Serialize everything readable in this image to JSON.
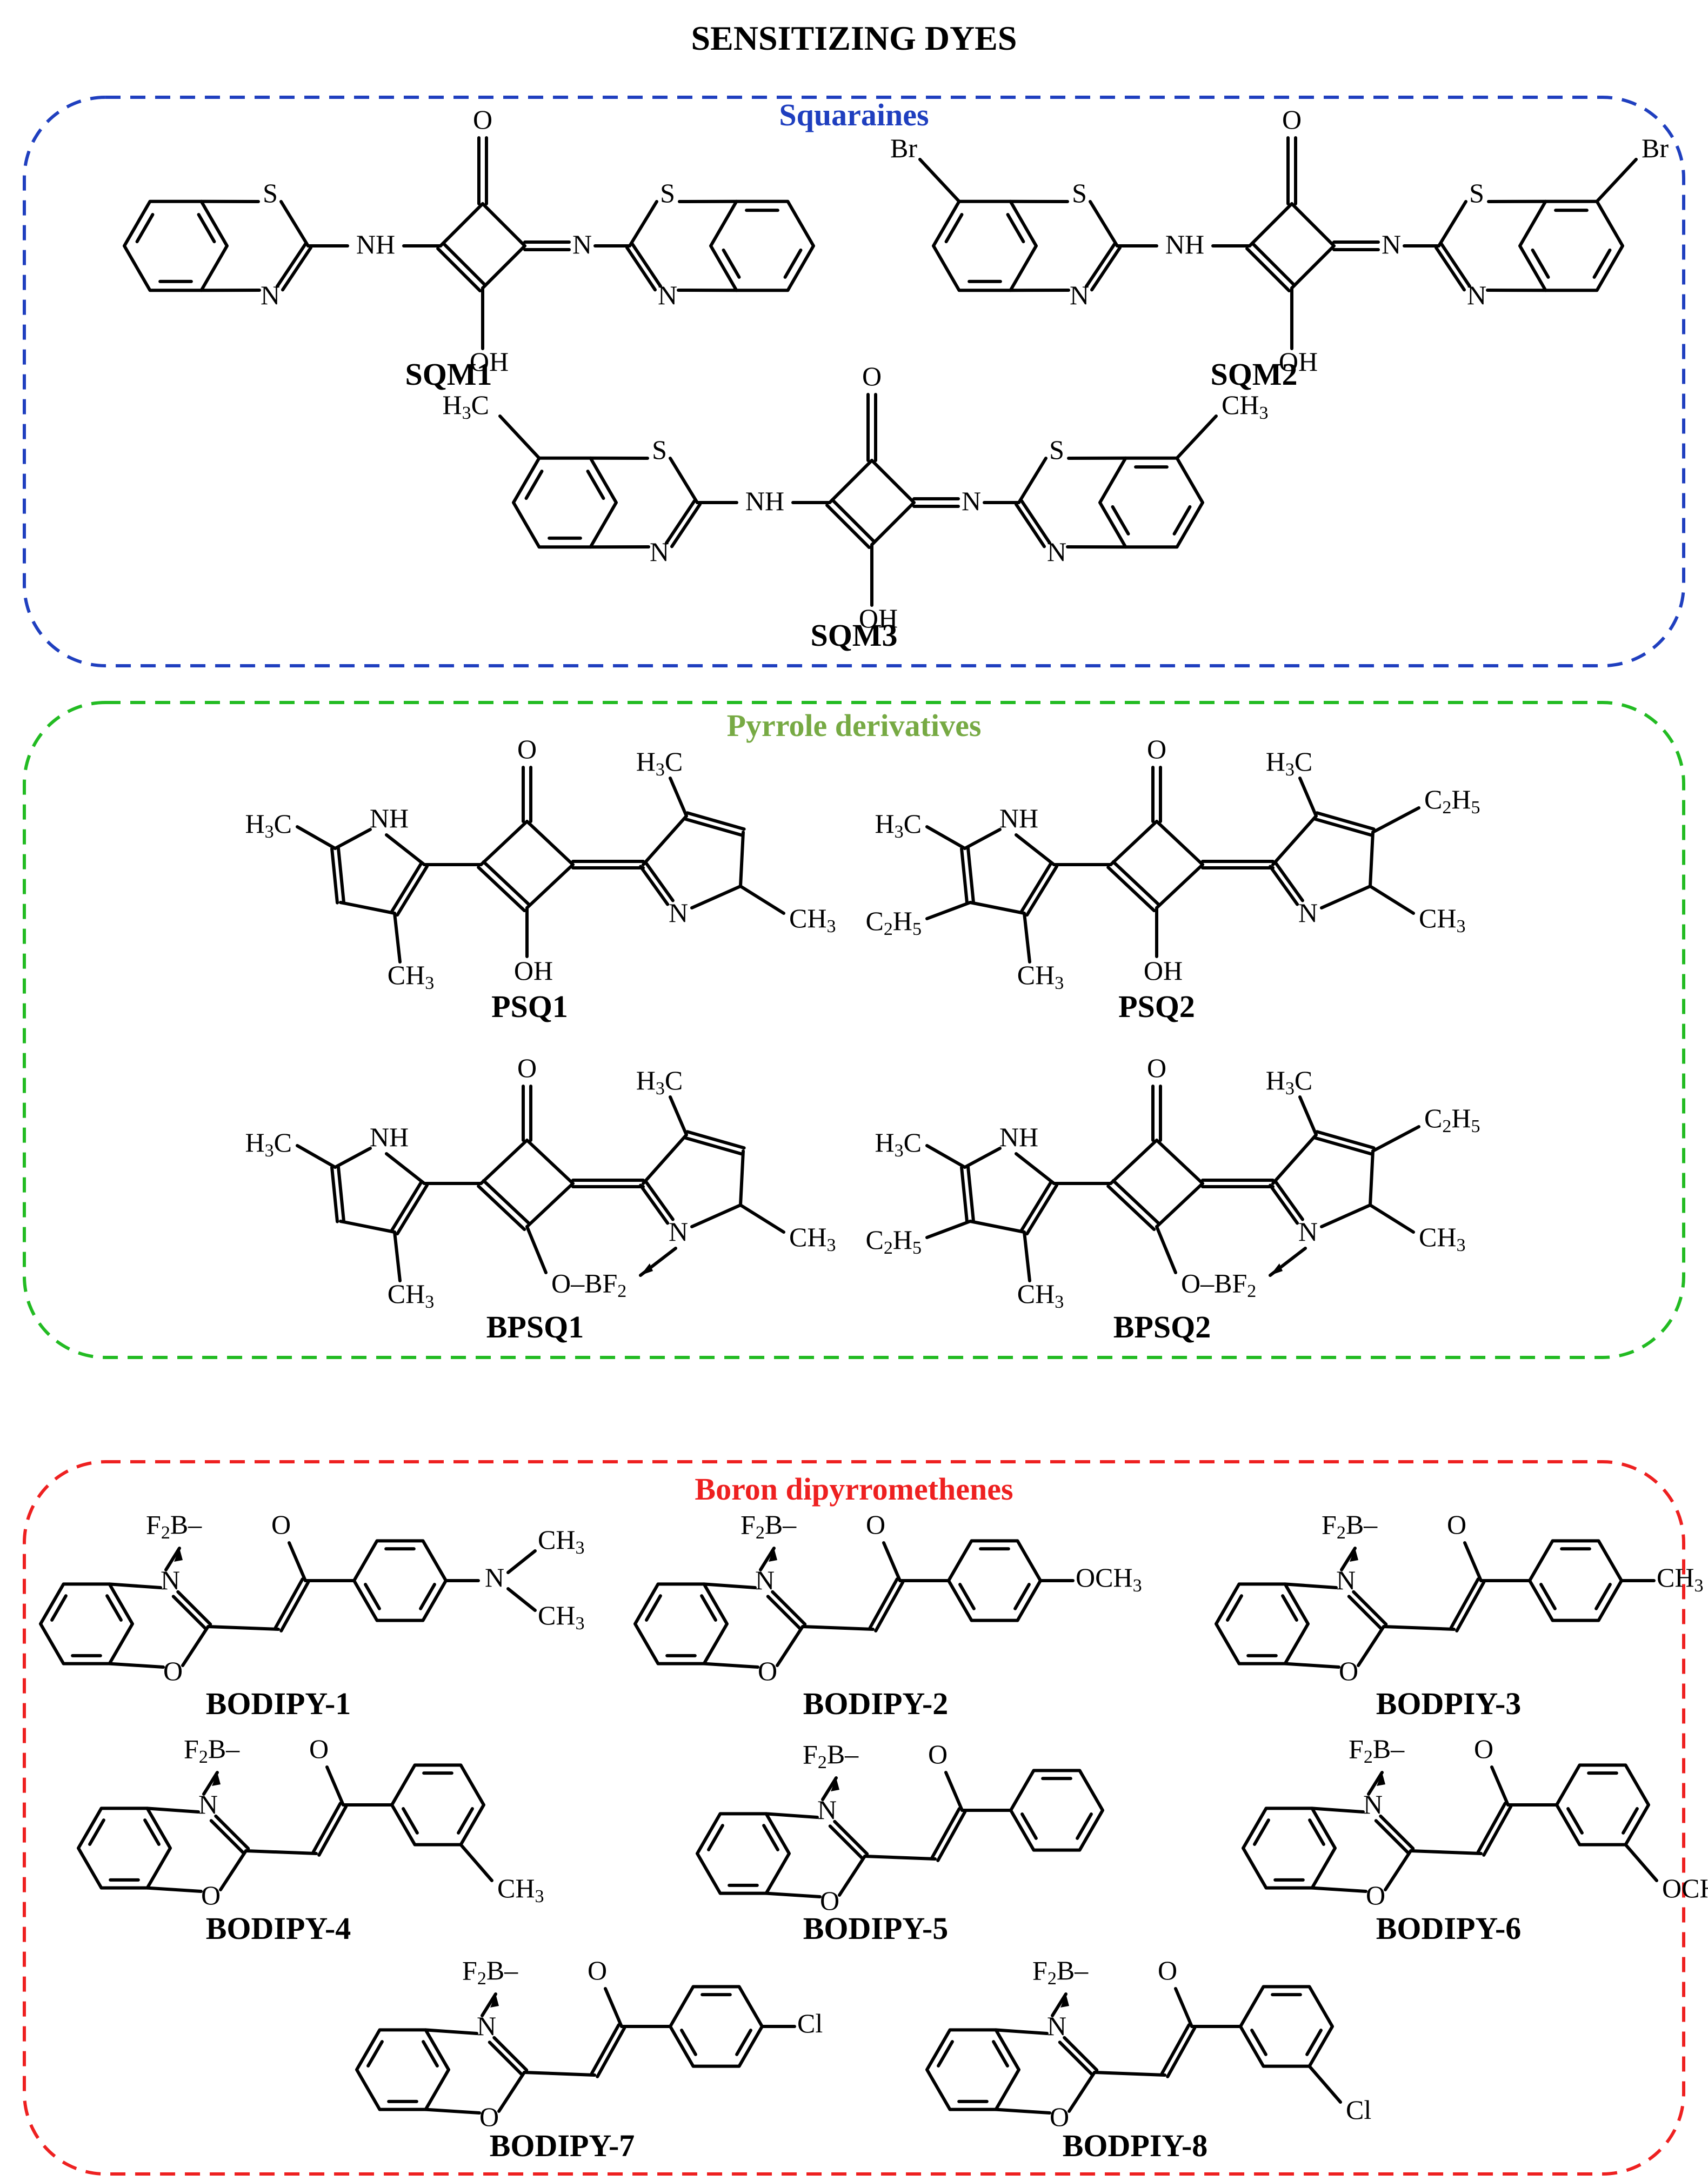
{
  "title": "SENSITIZING DYES",
  "groups": {
    "squaraines": {
      "title": "Squaraines",
      "color": "#1f3fbf",
      "molecules": [
        "SQM1",
        "SQM2",
        "SQM3"
      ]
    },
    "pyrroles": {
      "title": "Pyrrole derivatives",
      "color": "#22bb22",
      "title_color": "#77aa44",
      "molecules": [
        "PSQ1",
        "PSQ2",
        "BPSQ1",
        "BPSQ2"
      ]
    },
    "bodipy": {
      "title": "Boron dipyrromethenes",
      "color": "#ee2020",
      "molecules": [
        "BODIPY-1",
        "BODIPY-2",
        "BODPIY-3",
        "BODIPY-4",
        "BODIPY-5",
        "BODIPY-6",
        "BODIPY-7",
        "BODPIY-8"
      ]
    }
  },
  "atoms": {
    "S": "S",
    "N": "N",
    "NH": "NH",
    "O": "O",
    "OH": "OH",
    "Br": "Br",
    "Cl": "Cl",
    "CH3": "CH",
    "H3C": "H",
    "C2H5": "C",
    "OCH3": "OCH",
    "F2B": "F",
    "BF2": "BF",
    "O_BF2": "O",
    "NMe": "N",
    "sub2": "2",
    "sub3": "3",
    "sub5": "5",
    "H_": "H"
  }
}
